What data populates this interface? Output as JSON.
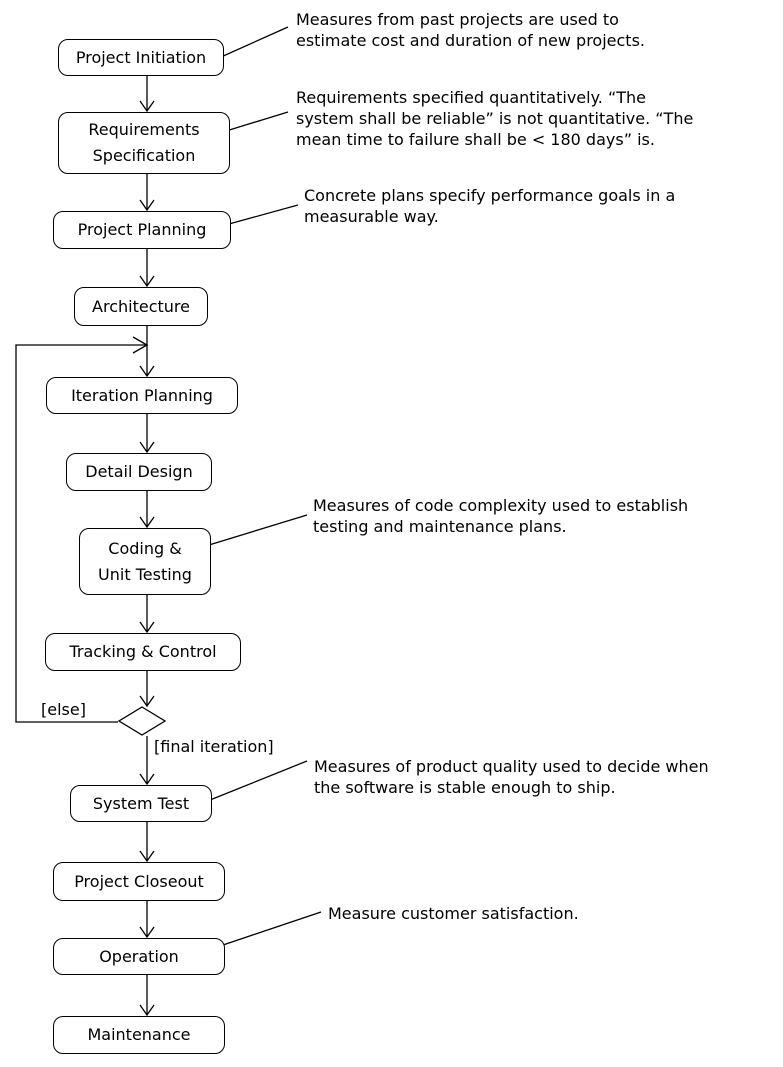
{
  "nodes": {
    "project_initiation": "Project Initiation",
    "requirements_specification": "Requirements\nSpecification",
    "project_planning": "Project Planning",
    "architecture": "Architecture",
    "iteration_planning": "Iteration Planning",
    "detail_design": "Detail Design",
    "coding_unit_testing": "Coding &\nUnit Testing",
    "tracking_control": "Tracking & Control",
    "system_test": "System Test",
    "project_closeout": "Project Closeout",
    "operation": "Operation",
    "maintenance": "Maintenance"
  },
  "guards": {
    "else": "[else]",
    "final_iteration": "[final iteration]"
  },
  "notes": {
    "project_initiation": "Measures from past projects are used to\nestimate cost and duration of new projects.",
    "requirements_specification": "Requirements specified quantitatively. “The\nsystem shall be reliable” is not quantitative. “The\nmean time to failure shall be < 180 days” is.",
    "project_planning": "Concrete plans specify performance goals in a\nmeasurable way.",
    "coding_unit_testing": "Measures of code complexity used to establish\ntesting and maintenance plans.",
    "system_test": "Measures of product quality used to decide when\nthe software is stable enough to ship.",
    "operation": "Measure customer satisfaction."
  }
}
